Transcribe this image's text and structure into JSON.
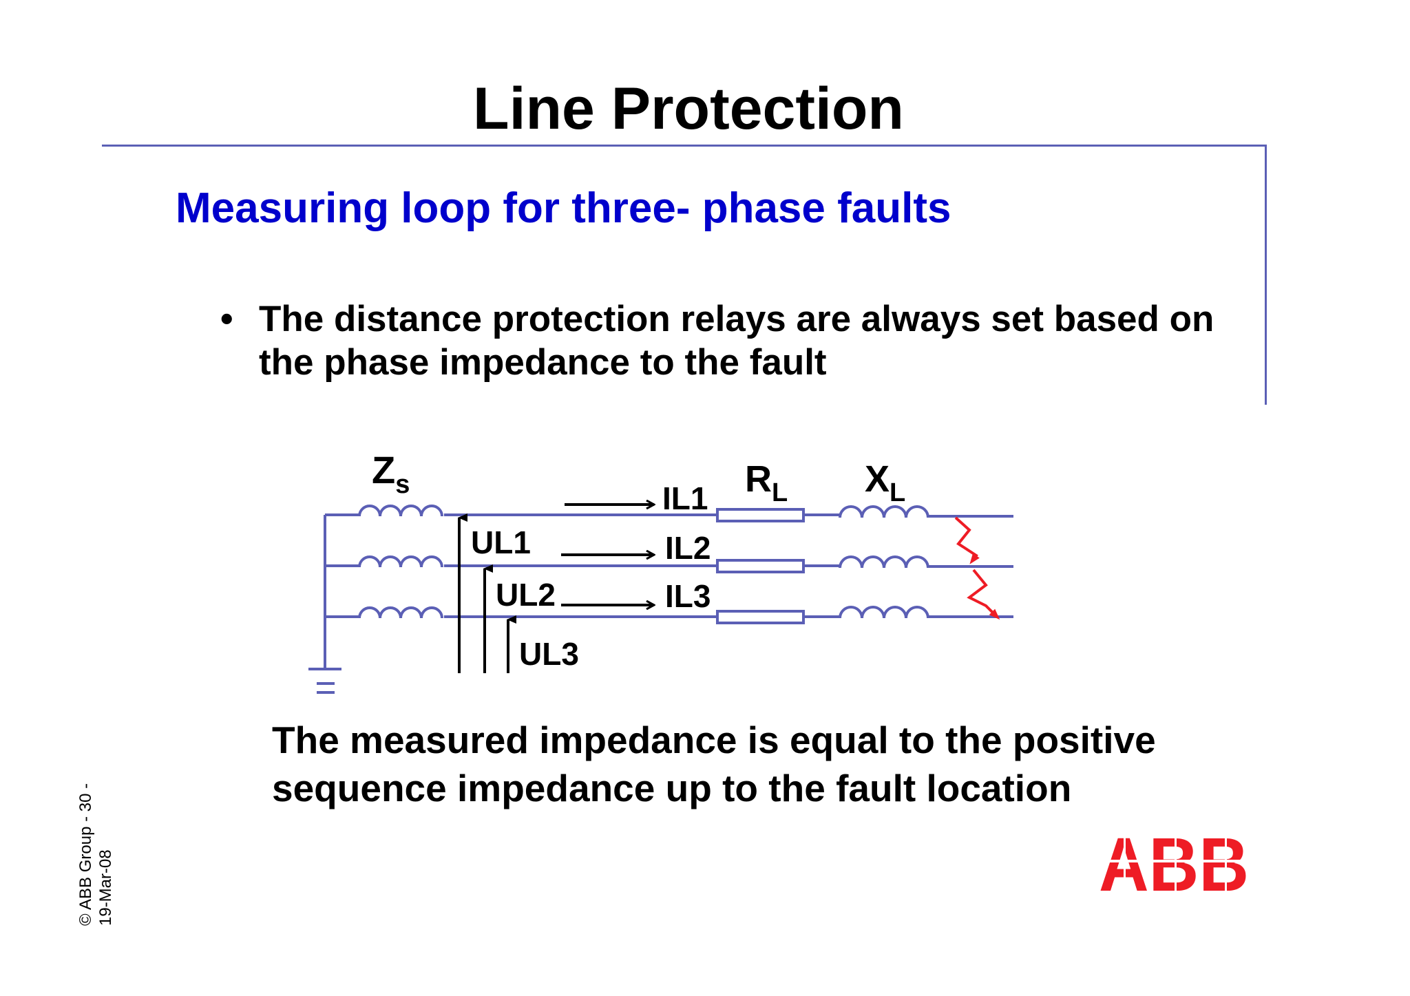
{
  "slide": {
    "title": "Line Protection",
    "subtitle": "Measuring loop for three- phase faults",
    "bullets": [
      "The distance protection relays are always set based on the phase impedance to the fault"
    ],
    "bullet_symbol": "•",
    "conclusion": "The measured impedance is equal to the positive sequence impedance up to the fault location"
  },
  "diagram": {
    "source_impedance": {
      "main": "Z",
      "sub": "s"
    },
    "line_resistance": {
      "main": "R",
      "sub": "L"
    },
    "line_reactance": {
      "main": "X",
      "sub": "L"
    },
    "currents": [
      "IL1",
      "IL2",
      "IL3"
    ],
    "voltages": [
      "UL1",
      "UL2",
      "UL3"
    ]
  },
  "footer": {
    "line1": "© ABB Group - 30 -",
    "line2": "19-Mar-08"
  },
  "logo": {
    "text": "ABB",
    "color": "#ee1c25"
  },
  "colors": {
    "subtitle": "#0000cc",
    "circuit": "#5b5fb5",
    "fault": "#ee1c25",
    "text": "#000000"
  }
}
